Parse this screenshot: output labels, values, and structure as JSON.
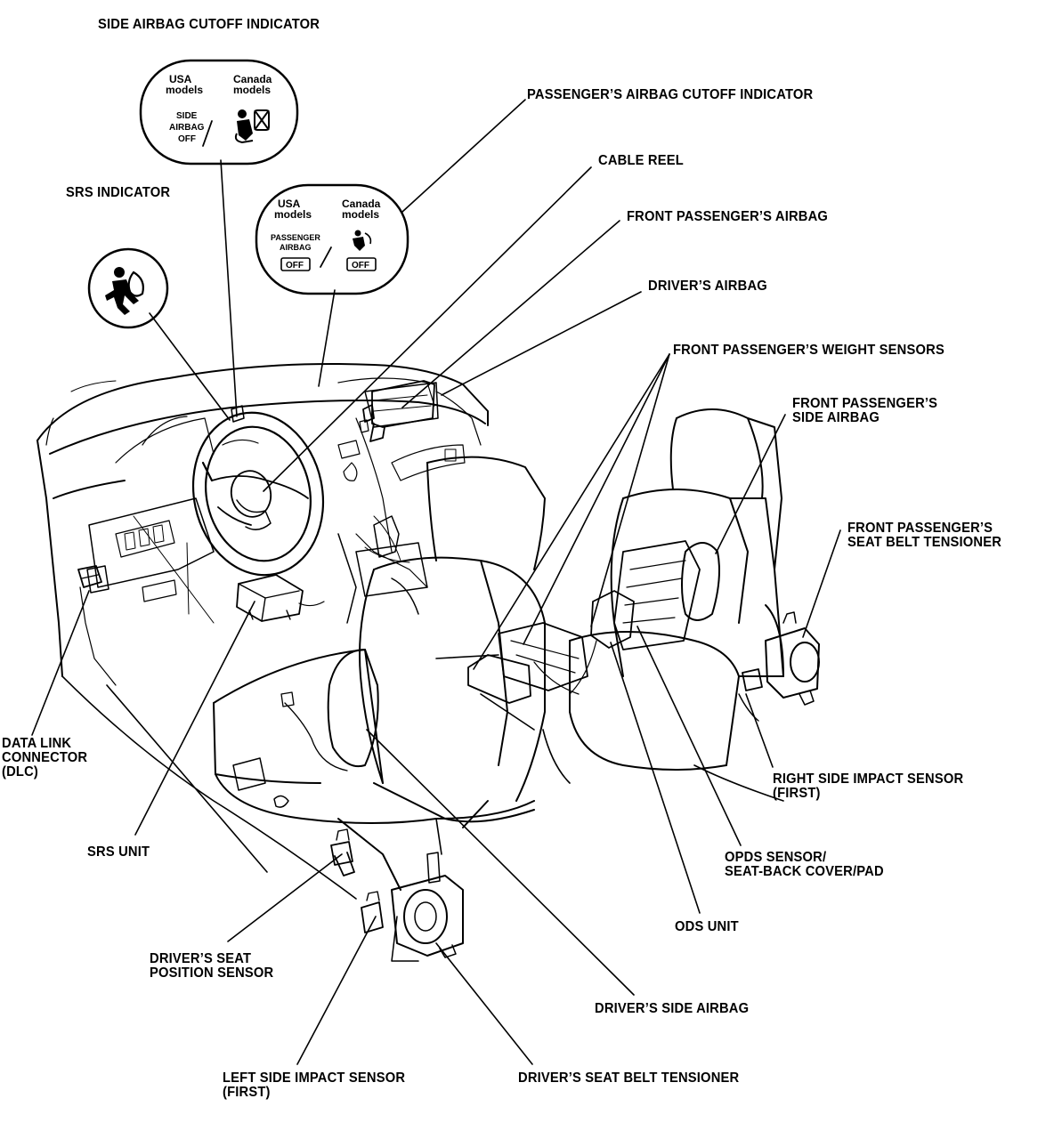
{
  "labels": {
    "side_airbag_cutoff_indicator": "SIDE AIRBAG CUTOFF INDICATOR",
    "passengers_airbag_cutoff_indicator": "PASSENGER’S AIRBAG CUTOFF INDICATOR",
    "cable_reel": "CABLE REEL",
    "srs_indicator": "SRS INDICATOR",
    "front_passengers_airbag": "FRONT PASSENGER’S AIRBAG",
    "drivers_airbag": "DRIVER’S AIRBAG",
    "front_passengers_weight_sensors": "FRONT PASSENGER’S WEIGHT SENSORS",
    "front_passengers_side_airbag": [
      "FRONT PASSENGER’S",
      "SIDE AIRBAG"
    ],
    "front_passengers_seat_belt_tensioner": [
      "FRONT PASSENGER’S",
      "SEAT BELT TENSIONER"
    ],
    "data_link_connector": [
      "DATA LINK",
      "CONNECTOR",
      "(DLC)"
    ],
    "right_side_impact_sensor": [
      "RIGHT SIDE IMPACT SENSOR",
      "(FIRST)"
    ],
    "srs_unit": "SRS UNIT",
    "opds_sensor": [
      "OPDS SENSOR/",
      "SEAT-BACK COVER/PAD"
    ],
    "ods_unit": "ODS UNIT",
    "drivers_seat_position_sensor": [
      "DRIVER’S SEAT",
      "POSITION SENSOR"
    ],
    "drivers_side_airbag": "DRIVER’S SIDE AIRBAG",
    "left_side_impact_sensor": [
      "LEFT SIDE IMPACT SENSOR",
      "(FIRST)"
    ],
    "drivers_seat_belt_tensioner": "DRIVER’S SEAT BELT TENSIONER"
  },
  "side_airbag_bubble": {
    "usa_heading": [
      "USA",
      "models"
    ],
    "canada_heading": [
      "Canada",
      "models"
    ],
    "usa_text": [
      "SIDE",
      "AIRBAG",
      "OFF"
    ],
    "canada_icon": "side-airbag-off-icon"
  },
  "passenger_airbag_bubble": {
    "usa_heading": [
      "USA",
      "models"
    ],
    "canada_heading": [
      "Canada",
      "models"
    ],
    "usa_text": [
      "PASSENGER",
      "AIRBAG"
    ],
    "usa_off": "OFF",
    "canada_off": "OFF",
    "canada_icon": "passenger-airbag-icon"
  },
  "srs_bubble": {
    "icon": "srs-airbag-icon"
  }
}
